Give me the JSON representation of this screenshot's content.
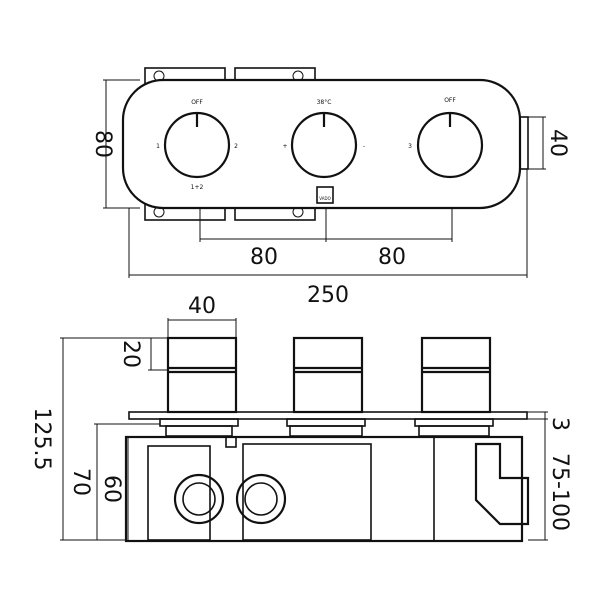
{
  "front_view": {
    "knobs": [
      {
        "top": "OFF",
        "left": "1",
        "right": "2",
        "bottom": "1+2"
      },
      {
        "top": "38°C",
        "left": "+",
        "right": "-",
        "bottom": ""
      },
      {
        "top": "OFF",
        "left": "3",
        "right": "",
        "bottom": ""
      }
    ],
    "logo": "VADO"
  },
  "dimensions": {
    "height": "80",
    "depth_right": "40",
    "spacing_1": "80",
    "spacing_2": "80",
    "width": "250"
  },
  "side_view": {
    "dimensions": {
      "handle_width": "40",
      "handle_height": "20",
      "overall": "125.5",
      "body_depth": "70",
      "inner_depth": "60",
      "plate": "3",
      "wall_range": "75-100"
    }
  }
}
